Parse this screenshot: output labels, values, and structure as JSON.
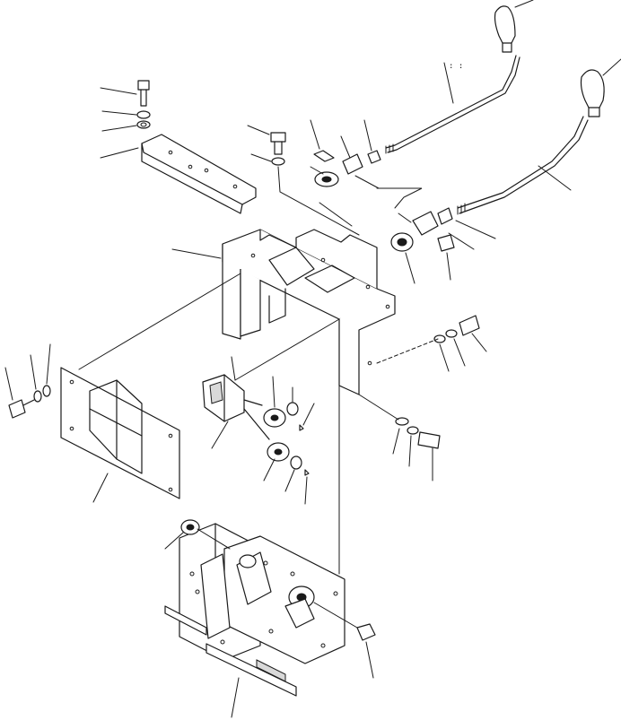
{
  "diagram": {
    "view": "exploded-parts-view",
    "printed_text": ""
  },
  "parts": [
    {
      "id": "upper-shift-lever",
      "icon": "lever-with-knob"
    },
    {
      "id": "lower-shift-lever",
      "icon": "lever-with-knob"
    },
    {
      "id": "lever-cover-plate",
      "icon": "plate"
    },
    {
      "id": "lever-support-bracket",
      "icon": "bracket"
    },
    {
      "id": "side-cover-plate",
      "icon": "plate"
    },
    {
      "id": "valve-block",
      "icon": "valve"
    },
    {
      "id": "switch",
      "icon": "switch"
    },
    {
      "id": "bolt",
      "icon": "bolt"
    },
    {
      "id": "washer",
      "icon": "washer"
    },
    {
      "id": "nut",
      "icon": "nut"
    },
    {
      "id": "bushing",
      "icon": "bushing"
    },
    {
      "id": "cotter-pin",
      "icon": "pin"
    },
    {
      "id": "clevis",
      "icon": "clevis"
    },
    {
      "id": "cap",
      "icon": "cap"
    }
  ]
}
